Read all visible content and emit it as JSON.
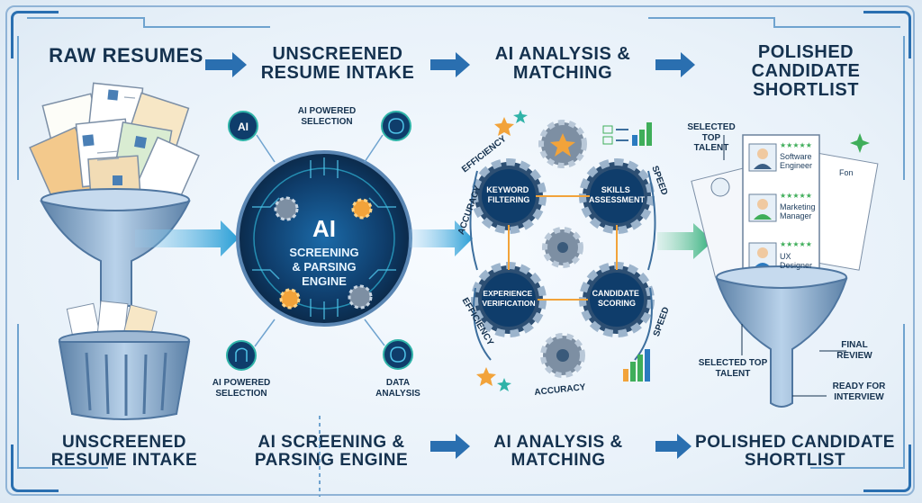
{
  "top_titles": [
    "RAW RESUMES",
    "UNSCREENED RESUME INTAKE",
    "AI ANALYSIS & MATCHING",
    "POLISHED CANDIDATE SHORTLIST"
  ],
  "bottom_titles": [
    "UNSCREENED RESUME INTAKE",
    "AI SCREENING & PARSING ENGINE",
    "AI ANALYSIS & MATCHING",
    "POLISHED CANDIDATE SHORTLIST"
  ],
  "engine": {
    "line1": "AI",
    "line2": "SCREENING",
    "line3": "& PARSING",
    "line4": "ENGINE",
    "chip_label": "AI",
    "ai_powered_top": "AI POWERED SELECTION",
    "ai_powered_bottom": "AI POWERED SELECTION",
    "data_analysis": "DATA ANALYSIS"
  },
  "analysis": {
    "gears": [
      "KEYWORD FILTERING",
      "SKILLS ASSESSMENT",
      "EXPERIENCE VERIFICATION",
      "CANDIDATE SCORING"
    ],
    "labels": {
      "efficiency_top": "EFFICIENCY",
      "accuracy_left": "ACCURACY",
      "speed_top": "SPEED",
      "efficiency_bottom": "EFFICIENCY",
      "speed_bottom": "SPEED",
      "accuracy_bottom": "ACCURACY"
    }
  },
  "shortlist": {
    "selected_top_talent_top": "SELECTED TOP TALENT",
    "candidates": [
      "Software Engineer",
      "Marketing Manager",
      "UX Designer"
    ],
    "back_card_text": "Fon",
    "final_review": "FINAL REVIEW",
    "selected_top_talent_bottom": "SELECTED TOP TALENT",
    "ready_for_interview": "READY FOR INTERVIEW"
  },
  "colors": {
    "navy": "#15324f",
    "accent_blue": "#2a7ac0",
    "teal": "#2fb3a8",
    "gear_gray": "#5b7896",
    "orange": "#f2a33a",
    "green": "#3fae5a",
    "funnel": "#8fb0d0"
  }
}
